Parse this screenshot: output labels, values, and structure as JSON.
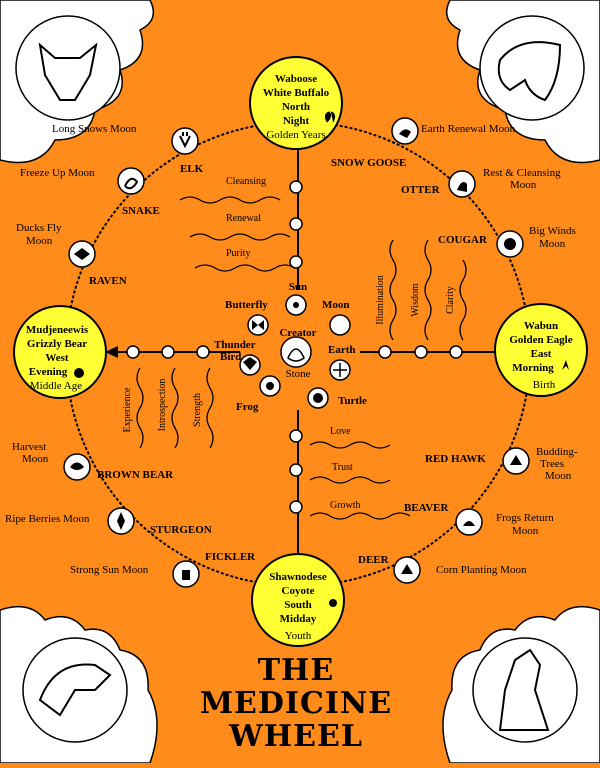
{
  "colors": {
    "background": "#ff8c1a",
    "direction_circle": "#ffff33",
    "stroke": "#000000"
  },
  "title": {
    "line1": "THE",
    "line2": "MEDICINE",
    "line3": "WHEEL"
  },
  "directions": {
    "north": {
      "l1": "Waboose",
      "l2": "White Buffalo",
      "l3": "North",
      "l4": "Night",
      "l5": "Golden Years"
    },
    "east": {
      "l1": "Wabun",
      "l2": "Golden Eagle",
      "l3": "East",
      "l4": "Morning",
      "l5": "Birth"
    },
    "south": {
      "l1": "Shawnodese",
      "l2": "Coyote",
      "l3": "South",
      "l4": "Midday",
      "l5": "Youth"
    },
    "west": {
      "l1": "Mudjeneewis",
      "l2": "Grizzly Bear",
      "l3": "West",
      "l4": "Evening",
      "l5": "Middle Age"
    }
  },
  "moons": {
    "long_snows": "Long Snows Moon",
    "freeze_up": "Freeze Up Moon",
    "ducks_fly_1": "Ducks Fly",
    "ducks_fly_2": "Moon",
    "earth_renewal": "Earth Renewal Moon",
    "rest_cleansing_1": "Rest & Cleansing",
    "rest_cleansing_2": "Moon",
    "big_winds_1": "Big Winds",
    "big_winds_2": "Moon",
    "budding_1": "Budding-",
    "budding_2": "Trees",
    "budding_3": "Moon",
    "frogs_return_1": "Frogs Return",
    "frogs_return_2": "Moon",
    "corn_planting": "Corn Planting Moon",
    "strong_sun": "Strong Sun Moon",
    "ripe_berries": "Ripe Berries Moon",
    "harvest_1": "Harvest",
    "harvest_2": "Moon"
  },
  "animals": {
    "elk": "ELK",
    "snake": "SNAKE",
    "raven": "RAVEN",
    "snow_goose": "SNOW GOOSE",
    "otter": "OTTER",
    "cougar": "COUGAR",
    "red_hawk": "RED HAWK",
    "beaver": "BEAVER",
    "deer": "DEER",
    "fickler": "FICKLER",
    "sturgeon": "STURGEON",
    "brown_bear": "BROWN BEAR"
  },
  "spokes": {
    "north": [
      "Cleansing",
      "Renewal",
      "Purity"
    ],
    "east": [
      "Illumination",
      "Wisdom",
      "Clarity"
    ],
    "south": [
      "Love",
      "Trust",
      "Growth"
    ],
    "west": [
      "Experience",
      "Introspection",
      "Strength"
    ]
  },
  "center": {
    "sun": "Sun",
    "moon": "Moon",
    "earth": "Earth",
    "butterfly": "Butterfly",
    "thunder_1": "Thunder",
    "thunder_2": "Bird",
    "creator": "Creator",
    "stone": "Stone",
    "frog": "Frog",
    "turtle": "Turtle"
  }
}
